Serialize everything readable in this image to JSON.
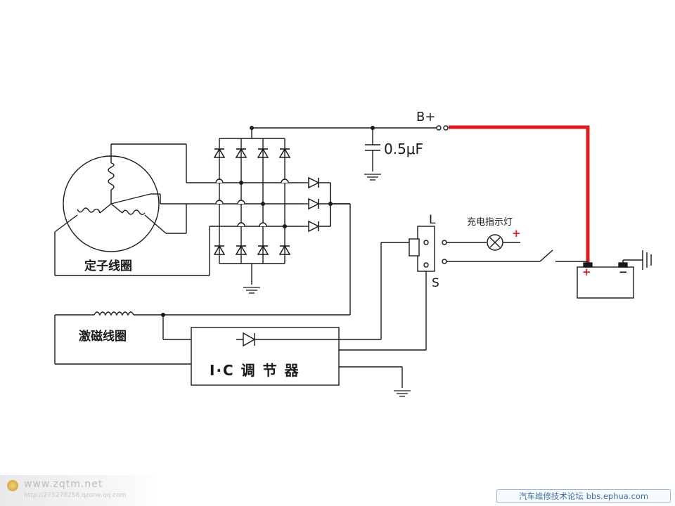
{
  "labels": {
    "b_plus": "B+",
    "capacitor": "0.5μF",
    "charge_lamp": "充电指示灯",
    "lamp_plus": "+",
    "terminal_l": "L",
    "terminal_s": "S",
    "stator_coil": "定子线圈",
    "field_coil": "激磁线圈",
    "regulator": "I·C 调 节 器",
    "battery_plus": "+",
    "battery_minus": "−"
  },
  "watermarks": {
    "site": "www.zqtm.net",
    "url": "http://275278258.qzone.qq.com",
    "forum": "汽车维修技术论坛 bbs.ephua.com"
  },
  "colors": {
    "wire": "#1a1a1a",
    "b_plus_cable": "#d81e1e",
    "lamp_plus": "#d81e1e",
    "battery_plus": "#d81e1e"
  }
}
